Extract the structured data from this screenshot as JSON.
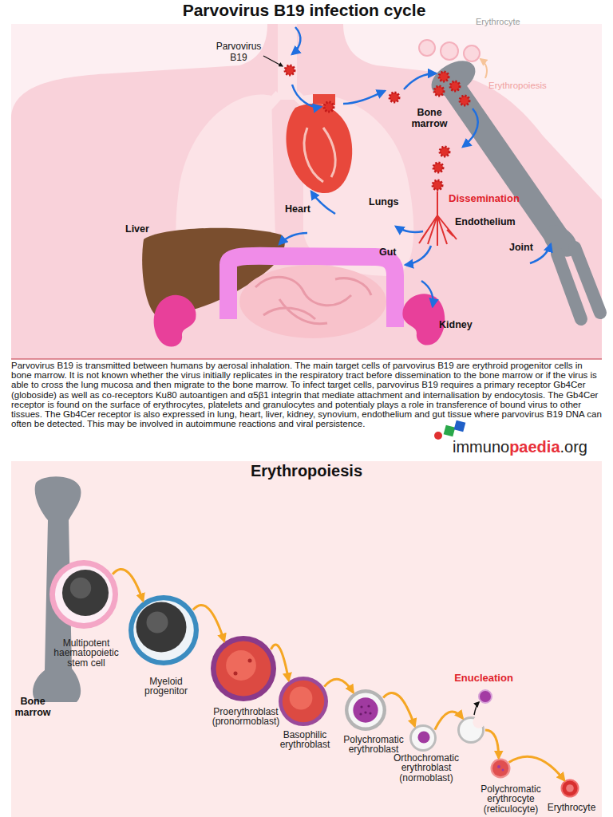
{
  "diagram": {
    "title": "Parvovirus B19 infection cycle",
    "caption": "Parvovirus B19 is transmitted between humans by aerosal inhalation. The main target cells of parvovirus B19 are erythroid progenitor cells in bone marrow. It is not known whether the virus initially replicates in the respiratory tract before dissemination to the bone marrow or if the virus is able to cross the lung mucosa and then migrate to the bone marrow. To infect target cells, parvovirus B19 requires a primary receptor Gb4Cer (globoside) as well as co-receptors Ku80 autoantigen and α5β1 integrin that mediate attachment and internalisation by endocytosis. The Gb4Cer receptor is found on the surface of erythrocytes, platelets and granulocytes and potentialy plays a role in transference of bound virus to other tissues. The Gb4Cer receptor is also expressed in lung, heart, liver, kidney, synovium, endothelium and gut tissue where parvovirus B19 DNA can often be detected. This may be involved in autoimmune reactions and viral persistence.",
    "nodes": [
      {
        "text": [
          "Erythropoiesis"
        ]
      },
      {
        "text": [
          "Multipotent haematopoietic stem cell"
        ],
        "in": 0
      },
      {
        "text": [
          "Myeloid progenitor"
        ],
        "in": 0
      },
      {
        "text": [
          "Proerythroblast (pronormoblast)"
        ],
        "in": 0
      },
      {
        "text": [
          "Basophilic erythroblast"
        ],
        "in": 0
      },
      {
        "text": [
          "Polychromatic erythroblast"
        ],
        "in": 0
      },
      {
        "text": [
          "Orthochromatic erythroblast (normoblast)"
        ],
        "in": 0
      },
      {
        "text": [
          "Enucleation"
        ],
        "in": 0
      },
      {
        "text": [
          "Polychromatic erythrocyte (reticulocyte)"
        ],
        "in": 0
      },
      {
        "text": [
          "Erythrocyte"
        ],
        "in": 0
      }
    ],
    "edges": [
      {
        "from": 1,
        "to": 2,
        "arrow": "to"
      },
      {
        "from": 2,
        "to": 3,
        "arrow": "to"
      },
      {
        "from": 3,
        "to": 4,
        "arrow": "to"
      },
      {
        "from": 4,
        "to": 5,
        "arrow": "to"
      },
      {
        "from": 5,
        "to": 6,
        "arrow": "to"
      },
      {
        "from": 6,
        "to": 7,
        "arrow": "to"
      },
      {
        "from": 7,
        "to": 8,
        "arrow": "to"
      },
      {
        "from": 8,
        "to": 9,
        "arrow": "to"
      }
    ],
    "labels": [
      "Parvovirus B19",
      "Erythrocyte",
      "Erythropoiesis",
      "Bone marrow",
      "Dissemination",
      "Endothelium",
      "Heart",
      "Lungs",
      "Liver",
      "Gut",
      "Joint",
      "Kidney",
      "immuno",
      "paedia",
      ".org",
      "Bone marrow"
    ]
  }
}
